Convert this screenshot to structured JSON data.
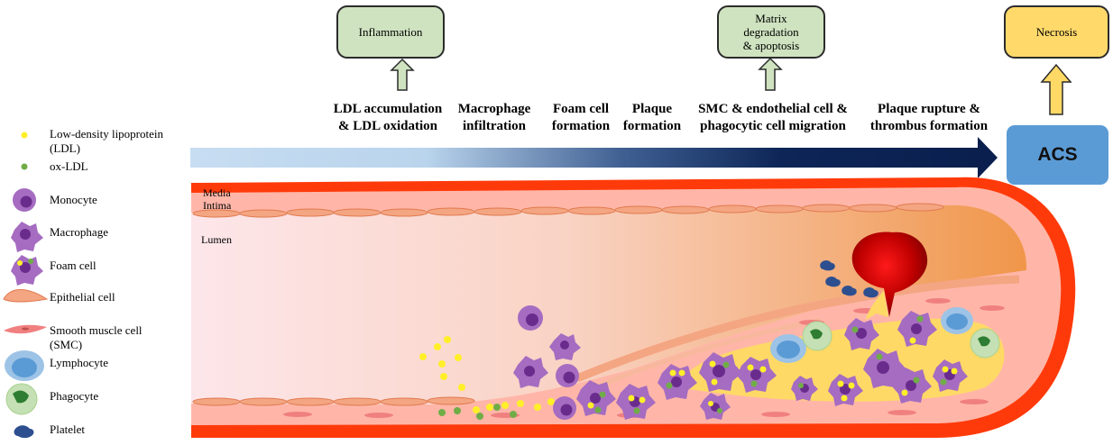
{
  "top_boxes": {
    "inflammation": "Inflammation",
    "matrix_line1": "Matrix",
    "matrix_line2": "degradation",
    "matrix_line3": "& apoptosis",
    "necrosis": "Necrosis"
  },
  "stages": [
    {
      "line1": "LDL accumulation",
      "line2": "& LDL oxidation"
    },
    {
      "line1": "Macrophage",
      "line2": "infiltration"
    },
    {
      "line1": "Foam cell",
      "line2": "formation"
    },
    {
      "line1": "Plaque",
      "line2": "formation"
    },
    {
      "line1": "SMC & endothelial cell &",
      "line2": "phagocytic cell migration"
    },
    {
      "line1": "Plaque rupture &",
      "line2": "thrombus formation"
    }
  ],
  "acs": "ACS",
  "vessel_labels": {
    "media": "Media",
    "intima": "Intima",
    "lumen": "Lumen"
  },
  "legend": [
    {
      "line1": "Low-density lipoprotein",
      "line2": "(LDL)"
    },
    {
      "line1": "ox-LDL"
    },
    {
      "line1": "Monocyte"
    },
    {
      "line1": "Macrophage"
    },
    {
      "line1": "Foam cell"
    },
    {
      "line1": "Epithelial cell"
    },
    {
      "line1": "Smooth muscle cell",
      "line2": "(SMC)"
    },
    {
      "line1": "Lymphocyte"
    },
    {
      "line1": "Phagocyte"
    },
    {
      "line1": "Platelet"
    }
  ],
  "colors": {
    "ldl": "#ffef29",
    "ox_ldl": "#70ad47",
    "monocyte": "#a56cc1",
    "media": "#ff3300",
    "intima": "#ffb3a3",
    "lumen": "#fbe0d8",
    "plaque": "#ffd966",
    "epithelial": "#f4a582",
    "smc": "#f08080",
    "lymphocyte": "#5b9bd5",
    "phagocyte": "#c5e0b4",
    "platelet": "#2e4f8f",
    "arrow_start": "#c7ddf2",
    "arrow_end": "#0a1f4e",
    "acs_box": "#5b9bd5",
    "thrombus": "#c00000"
  }
}
